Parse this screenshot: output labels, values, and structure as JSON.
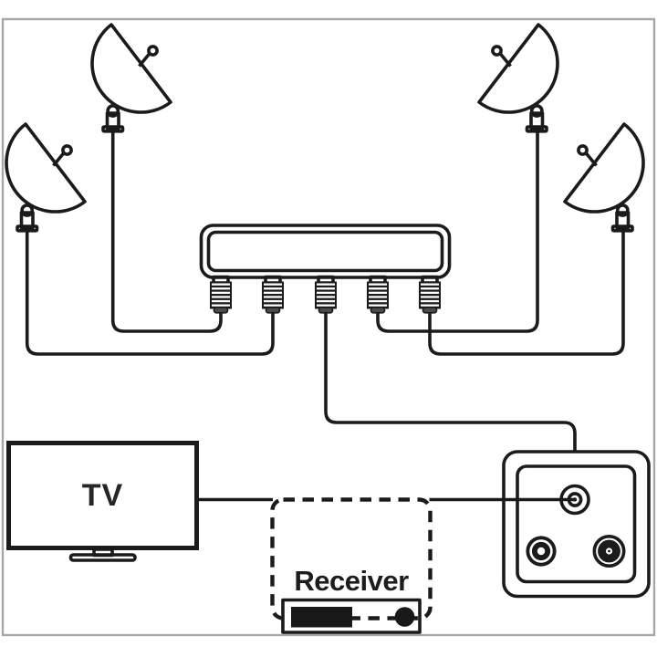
{
  "labels": {
    "tv": "TV",
    "receiver": "Receiver"
  },
  "diagram": {
    "type": "satellite-tv-installation-wiring-diagram",
    "components": [
      {
        "name": "satellite-dish",
        "count": 4,
        "positions": [
          "top-left",
          "far-left",
          "top-right",
          "far-right"
        ]
      },
      {
        "name": "multiswitch",
        "screw_connectors": 5
      },
      {
        "name": "wall-outlet",
        "ports": 3,
        "port_names": [
          "sat-port",
          "tv-port",
          "radio-port"
        ]
      },
      {
        "name": "receiver",
        "style": "dashed-optional",
        "parts": [
          "display",
          "knob"
        ]
      },
      {
        "name": "tv",
        "parts": [
          "screen",
          "stand"
        ]
      }
    ],
    "connections": [
      "dish-top-left -> multiswitch-connector-1",
      "dish-far-left -> multiswitch-connector-2",
      "multiswitch-connector-3 -> wall-outlet",
      "multiswitch-connector-4 -> dish-top-right",
      "multiswitch-connector-5 -> dish-far-right",
      "wall-outlet-sat-port -> receiver -> tv"
    ],
    "colors": {
      "line": "#1b1b1b",
      "frame": "#a7a7a7",
      "background": "#ffffff",
      "connector_cap": "#4a4a4a",
      "device_fill": "#181818"
    }
  }
}
